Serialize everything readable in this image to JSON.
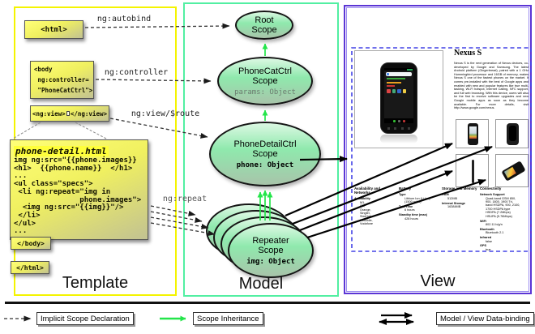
{
  "columns": {
    "template": {
      "label": "Template",
      "border_color": "#f4f400"
    },
    "model": {
      "label": "Model",
      "border_color": "#52efa2"
    },
    "view": {
      "label": "View",
      "border_color": "#5b35d5"
    }
  },
  "template": {
    "html_open": "<html>",
    "autobind_label": "ng:autobind",
    "body_open_lines": [
      "<body",
      " ng:controller=",
      " \"PhoneCatCtrl\">"
    ],
    "controller_label": "ng:controller",
    "ngview_open": "<ng:view>",
    "ngview_close": "</ng:view>",
    "route_label": "ng:view/$route",
    "code_box": {
      "title": "phone-detail.html",
      "lines": [
        "img ng:src=\"{{phone.images}}",
        "<h1>  {{phone.name}}  </h1>",
        "...",
        "<ul class=\"specs\">",
        " <li ng:repeat=\"img in",
        "               phone.images\">",
        "  <img ng:src=\"{{img}}\"/>",
        " </li>",
        "</ul>",
        "..."
      ]
    },
    "repeat_label": "ng:repeat",
    "body_close": "</body>",
    "html_close": "</html>"
  },
  "model": {
    "root_scope": {
      "line1": "Root",
      "line2": "Scope"
    },
    "phonecat_scope": {
      "line1": "PhoneCatCtrl",
      "line2": "Scope",
      "prop": "params: Object"
    },
    "phonedetail_scope": {
      "line1": "PhoneDetailCtrl",
      "line2": "Scope",
      "prop": "phone: Object"
    },
    "repeater_scope": {
      "line1": "Repeater",
      "line2": "Scope",
      "prop": "img: Object"
    }
  },
  "view": {
    "product": {
      "title": "Nexus S",
      "description": "Nexus S is the next generation of Nexus devices, co-developed by Google and Samsung. The latest Android platform (Gingerbread), paired with a 1 GHz Hummingbird processor and 16GB of memory, makes Nexus S one of the fastest phones on the market. It comes pre-installed with the best of Google apps and enabled with new and popular features like true multi-tasking, Wi-Fi hotspot, Internet Calling, NFC support, and full web browsing. With this device, users will also be the first to receive software upgrades and new Google mobile apps as soon as they become available. For more details, visit http://www.google.com/nexus.",
      "specs": [
        {
          "heading": "Availability and Networks",
          "groups": [
            {
              "label": "Availability",
              "values": [
                "M1,",
                "O2,",
                "Orange,",
                "Singtel,",
                "StarHub,",
                "T-Mobile,",
                "Vodafone"
              ]
            }
          ]
        },
        {
          "heading": "Battery",
          "groups": [
            {
              "label": "Type",
              "values": [
                "Lithium Ion (Li-Ion)",
                "(1500 mAH)"
              ]
            },
            {
              "label": "Talk Time",
              "values": [
                "6 hours"
              ]
            },
            {
              "label": "Standby time (max)",
              "values": [
                "428 hours"
              ]
            }
          ]
        },
        {
          "heading": "Storage and Memory",
          "groups": [
            {
              "label": "RAM",
              "values": [
                "512MB"
              ]
            },
            {
              "label": "Internal Storage",
              "values": [
                "16384MB"
              ]
            }
          ]
        },
        {
          "heading": "Connectivity",
          "groups": [
            {
              "label": "Network Support",
              "values": [
                "Quad-band GSM 850,",
                "900, 1800, 1900 Tri-",
                "band HSDPA, 900, 2100,",
                "1700 HSDPA type",
                "HSDPA (7.2Mbps)",
                "HSUPA (5.76Mbps)"
              ]
            },
            {
              "label": "WiFi",
              "values": [
                "802.11 b/g/n"
              ]
            },
            {
              "label": "Bluetooth",
              "values": [
                "Bluetooth 2.1"
              ]
            },
            {
              "label": "Infrared",
              "values": [
                "false"
              ]
            },
            {
              "label": "GPS",
              "values": [
                "true"
              ]
            }
          ]
        }
      ]
    }
  },
  "legend": {
    "items": [
      {
        "label": "Implicit Scope Declaration"
      },
      {
        "label": "Scope Inheritance"
      },
      {
        "label": "Model / View Data-binding"
      }
    ]
  },
  "colors": {
    "inheritance_arrow": "#24e54a",
    "ellipse_fill_top": "#dcf8e3",
    "ellipse_fill_bottom": "#a8c4aa",
    "yellow_box": "#ffff78",
    "dashed_view_border": "#4343e6"
  }
}
